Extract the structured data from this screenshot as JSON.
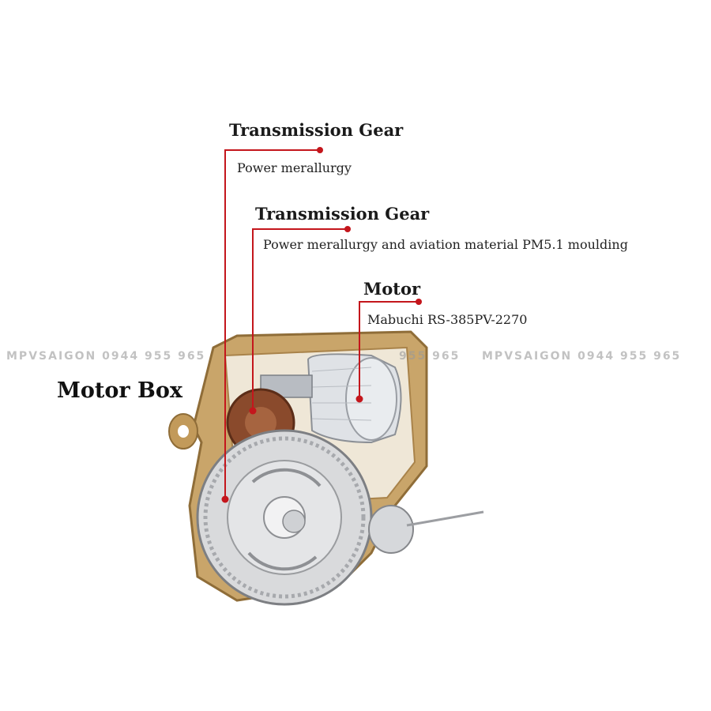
{
  "title": "Motor Box",
  "callouts": [
    {
      "title": "Transmission Gear",
      "detail": "Power merallurgy"
    },
    {
      "title": "Transmission Gear",
      "detail": "Power merallurgy and aviation material PM5.1 moulding"
    },
    {
      "title": "Motor",
      "detail": "Mabuchi RS-385PV-2270"
    }
  ],
  "watermark": [
    "MPVSAIGON 0944 955 965",
    "955 965",
    "MPVSAIGON 0944 955 965"
  ],
  "colors": {
    "leader": "#c4161c",
    "housing": "#c9a56a",
    "gear": "#d9dadc",
    "brown_gear": "#8a4a2c"
  }
}
